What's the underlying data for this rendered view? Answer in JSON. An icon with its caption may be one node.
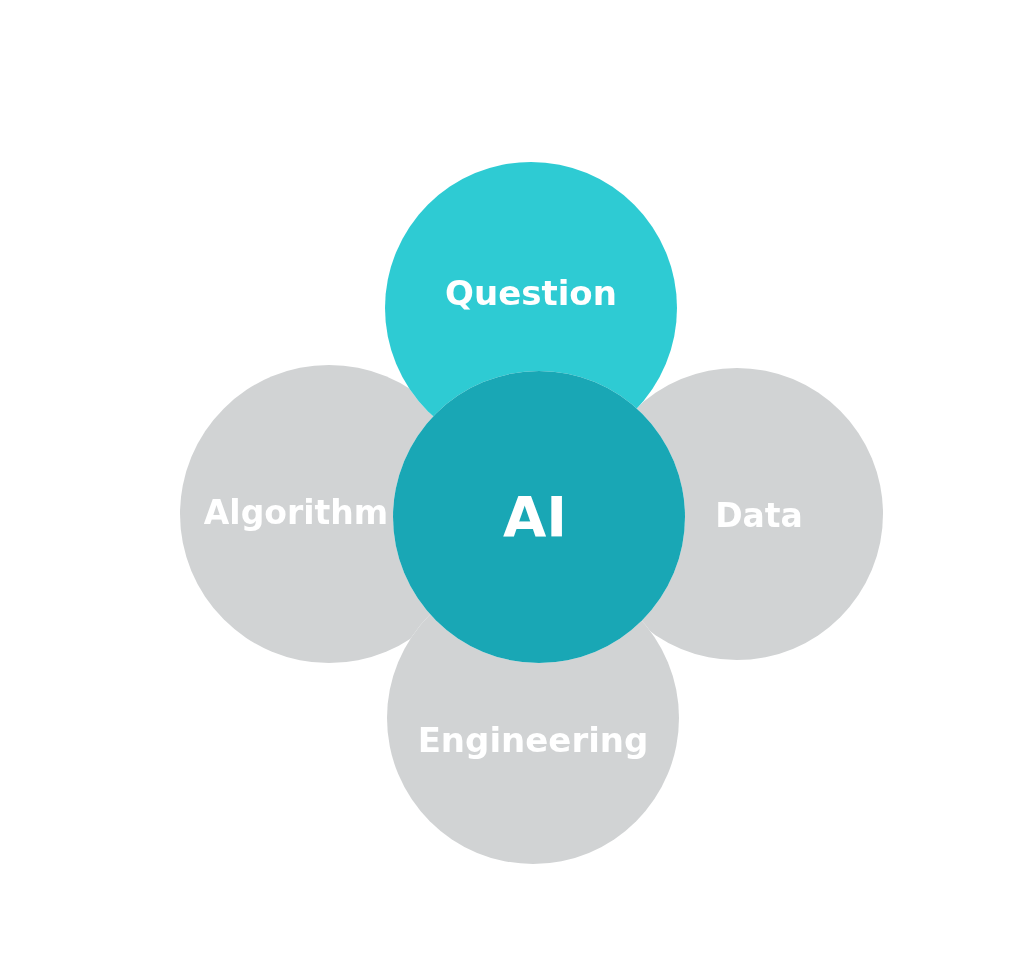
{
  "diagram": {
    "nodes": [
      {
        "text": [
          "Question"
        ]
      },
      {
        "text": [
          "Algorithm"
        ]
      },
      {
        "text": [
          "AI"
        ]
      },
      {
        "text": [
          "Data"
        ]
      },
      {
        "text": [
          "Engineering"
        ]
      }
    ]
  }
}
